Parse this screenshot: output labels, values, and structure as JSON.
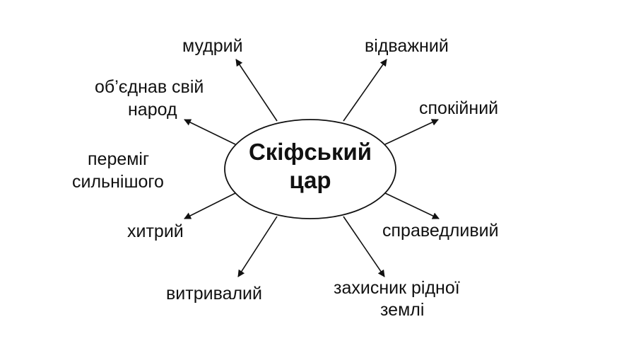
{
  "center": {
    "line1": "Скіфський",
    "line2": "цар"
  },
  "traits": {
    "mudryi": "мудрий",
    "vidvazhnyi": "відважний",
    "obiednav_line1": "об’єднав свій",
    "obiednav_line2": "народ",
    "spokiinyi": "спокійний",
    "peremih_line1": "переміг",
    "peremih_line2": "сильнішого",
    "khytryi": "хитрий",
    "spravedlyvyi": "справедливий",
    "vytryvalyi": "витривалий",
    "zakhysnyk_line1": "захисник рідної",
    "zakhysnyk_line2": "землі"
  },
  "colors": {
    "stroke": "#111111",
    "text": "#111111"
  }
}
